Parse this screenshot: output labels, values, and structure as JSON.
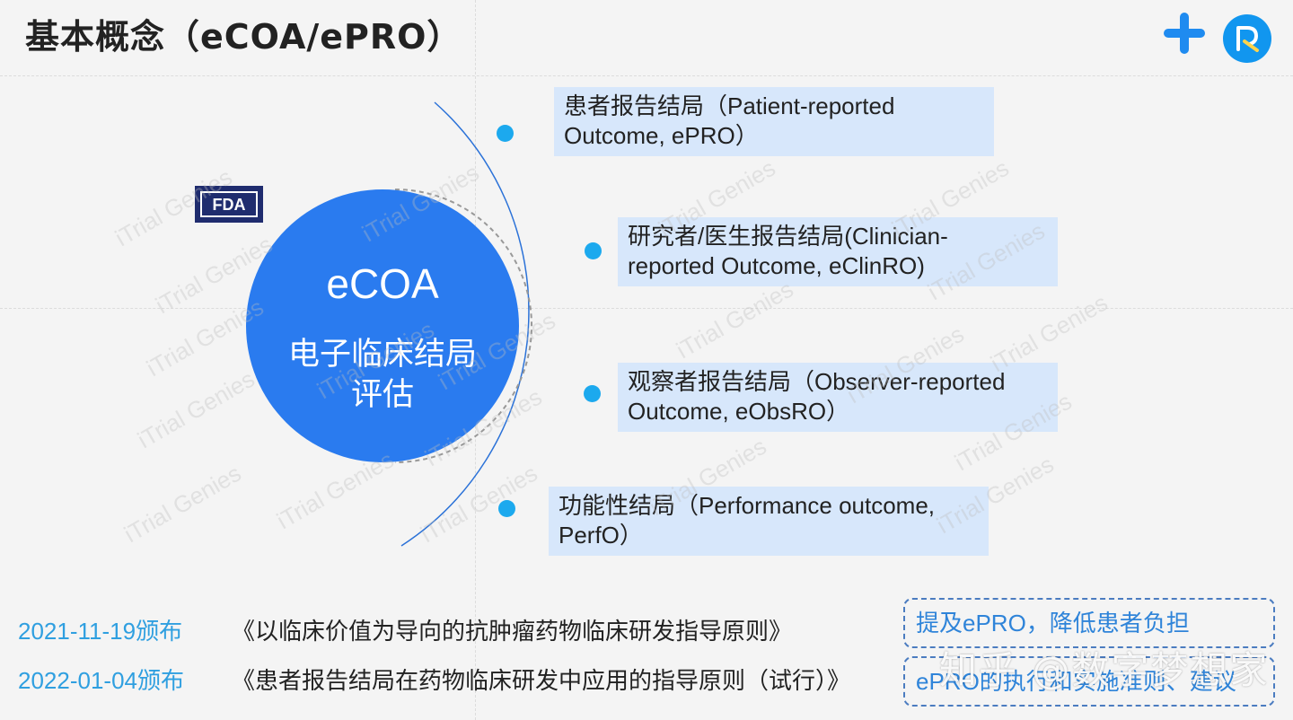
{
  "title": "基本概念（eCOA/ePRO）",
  "center": {
    "line1": "eCOA",
    "line2": "电子临床结局",
    "line3": "评估"
  },
  "fda_logo": "FDA",
  "outcomes": [
    {
      "line1": "患者报告结局（Patient-reported",
      "line2": "Outcome, ePRO）"
    },
    {
      "line1": "研究者/医生报告结局(Clinician-",
      "line2": "reported Outcome, eClinRO)"
    },
    {
      "line1": "观察者报告结局（Observer-reported",
      "line2": "Outcome, eObsRO）"
    },
    {
      "line1": "功能性结局（Performance outcome,",
      "line2": "PerfO）"
    }
  ],
  "releases": [
    {
      "date": "2021-11-19颁布",
      "doc": "《以临床价值为导向的抗肿瘤药物临床研发指导原则》"
    },
    {
      "date": "2022-01-04颁布",
      "doc": "《患者报告结局在药物临床研发中应用的指导原则（试行）》"
    }
  ],
  "notes": [
    "提及ePRO，降低患者负担",
    "ePRO的执行和实施准则、建议"
  ],
  "watermark_text": "知乎 @数字梦想家",
  "faint_watermark": "iTrial Genies",
  "colors": {
    "center_circle": "#2a7bef",
    "box_fill": "#d7e7fb",
    "dot": "#1ca9ee",
    "date_text": "#2f9fe0",
    "note_text": "#2f84d9"
  },
  "icons": {
    "top_right_1": "plus-icon",
    "top_right_2": "pen-logo-icon"
  }
}
